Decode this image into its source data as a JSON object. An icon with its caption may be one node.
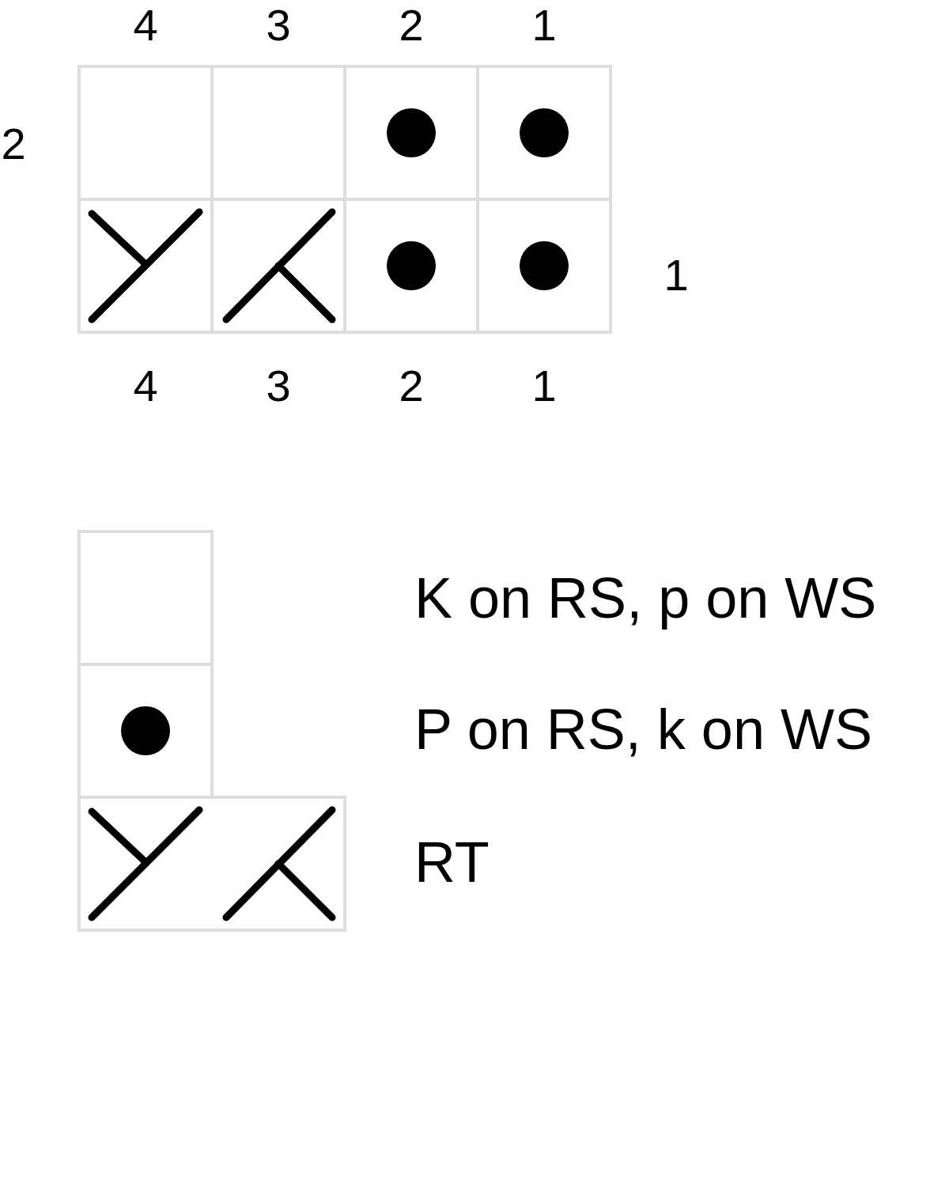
{
  "diagram": {
    "labels": [
      "4",
      "3",
      "2",
      "1",
      "2",
      "1",
      "4",
      "3",
      "2",
      "1"
    ],
    "legend": [
      {
        "text": "K on RS, p on WS"
      },
      {
        "text": "P on RS, k on WS"
      },
      {
        "text": "RT"
      }
    ]
  }
}
